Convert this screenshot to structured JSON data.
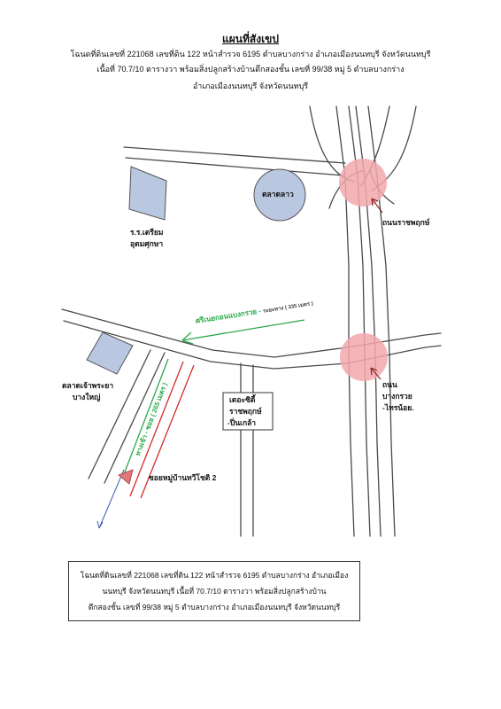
{
  "title": "แผนที่สังเขป",
  "header_lines": [
    "โฉนดที่ดินเลขที่  221068 เลขที่ดิน  122 หน้าสำรวจ 6195 ตำบลบางกร่าง อำเภอเมืองนนทบุรี จังหวัดนนทบุรี",
    "เนื้อที่  70.7/10  ตารางวา พร้อมสิ่งปลูกสร้างบ้านตึกสองชั้น เลขที่ 99/38 หมู่ 5 ตำบลบางกร่าง",
    "อำเภอเมืองนนทบุรี จังหวัดนนทบุรี"
  ],
  "map": {
    "labels": {
      "market": "ตลาดลาว",
      "school_l1": "ร.ร.เตรียม",
      "school_l2": "อุดมศุกษา",
      "road_ratchaphruek": "ถนนราชพฤกษ์",
      "pier_l1": "ตลาดเจ้าพระยา",
      "pier_l2": "บางใหญ่",
      "road_bangkruai_l1": "ถนน",
      "road_bangkruai_l2": "บางกรวย",
      "road_bangkruai_l3": "-ไทรน้อย.",
      "condo_l1": "เดอะซิตี้",
      "condo_l2": "ราชพฤกษ์",
      "condo_l3": "-ปิ่นเกล้า",
      "soi_village": "ซอยหมู่บ้านทวีโชติ 2",
      "route_green_1": "ศรีเนยกอนแบงกรวย - ",
      "route_green_1_dist": "ระยะทาง ( 335 เมตร )",
      "route_green_2": "ทางเข้า - ซอย ( 265 เมตร )"
    },
    "colors": {
      "road": "#4a4a4a",
      "building": "#b9c7e0",
      "intersection": "#f2a8ad",
      "route_green": "#2aa84a",
      "route_red": "#d62a2a"
    }
  },
  "info_box": {
    "lines": [
      "โฉนดที่ดินเลขที่  221068 เลขที่ดิน  122 หน้าสำรวจ 6195 ตำบลบางกร่าง อำเภอเมือง",
      "นนทบุรี จังหวัดนนทบุรี        เนื้อที่  70.7/10  ตารางวา พร้อมสิ่งปลูกสร้างบ้าน",
      "ตึกสองชั้น เลขที่ 99/38 หมู่ 5 ตำบลบางกร่าง    อำเภอเมืองนนทบุรี จังหวัดนนทบุรี"
    ]
  }
}
